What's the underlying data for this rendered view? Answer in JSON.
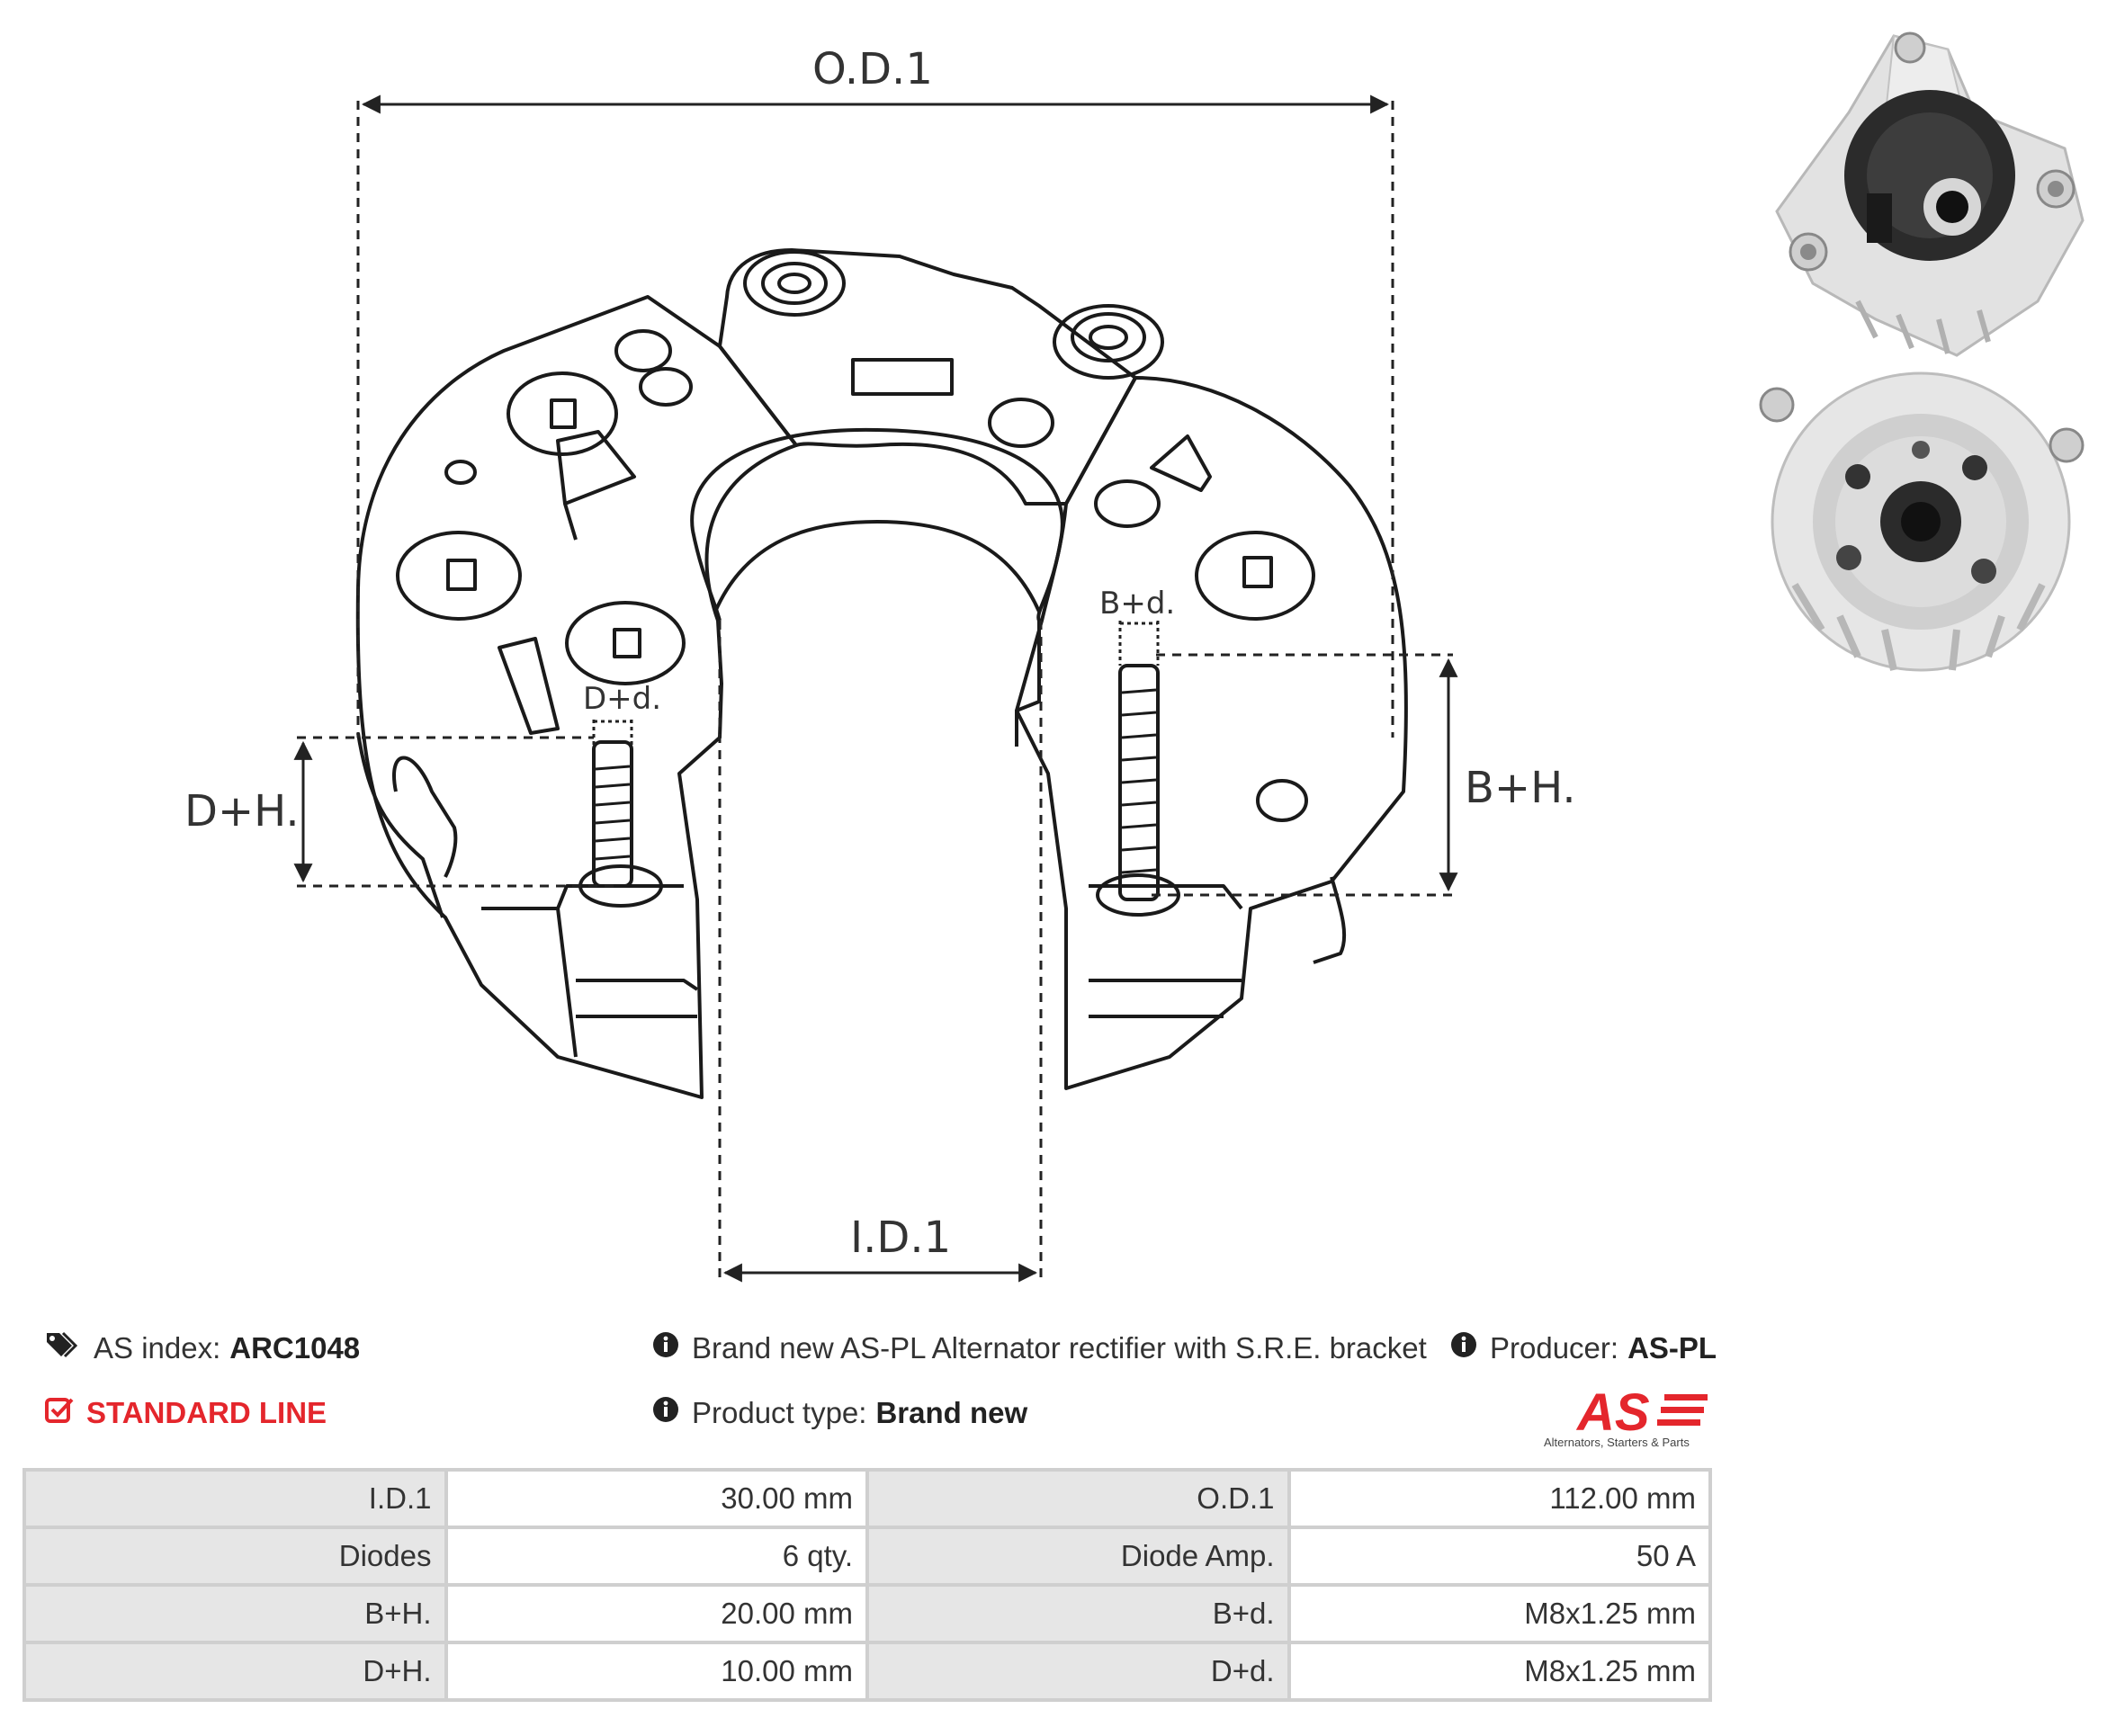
{
  "diagram": {
    "od_label": "O.D.1",
    "id_label": "I.D.1",
    "bh_label": "B+H.",
    "dh_label": "D+H.",
    "bd_label": "B+d.",
    "dd_label": "D+d."
  },
  "info": {
    "index_label": "AS index:",
    "index_value": "ARC1048",
    "line": "STANDARD LINE",
    "description": "Brand new AS-PL Alternator rectifier with S.R.E. bracket",
    "producer_label": "Producer:",
    "producer_value": "AS-PL",
    "type_label": "Product type:",
    "type_value": "Brand new"
  },
  "logo": {
    "text": "AS",
    "tagline": "Alternators, Starters & Parts",
    "color": "#e4262c"
  },
  "specs": [
    {
      "k1": "I.D.1",
      "v1": "30.00 mm",
      "k2": "O.D.1",
      "v2": "112.00 mm"
    },
    {
      "k1": "Diodes",
      "v1": "6 qty.",
      "k2": "Diode Amp.",
      "v2": "50 A"
    },
    {
      "k1": "B+H.",
      "v1": "20.00 mm",
      "k2": "B+d.",
      "v2": "M8x1.25 mm"
    },
    {
      "k1": "D+H.",
      "v1": "10.00 mm",
      "k2": "D+d.",
      "v2": "M8x1.25 mm"
    }
  ],
  "icons": {
    "tags": "tags-icon",
    "check": "check-square-icon",
    "info": "info-circle-icon"
  }
}
